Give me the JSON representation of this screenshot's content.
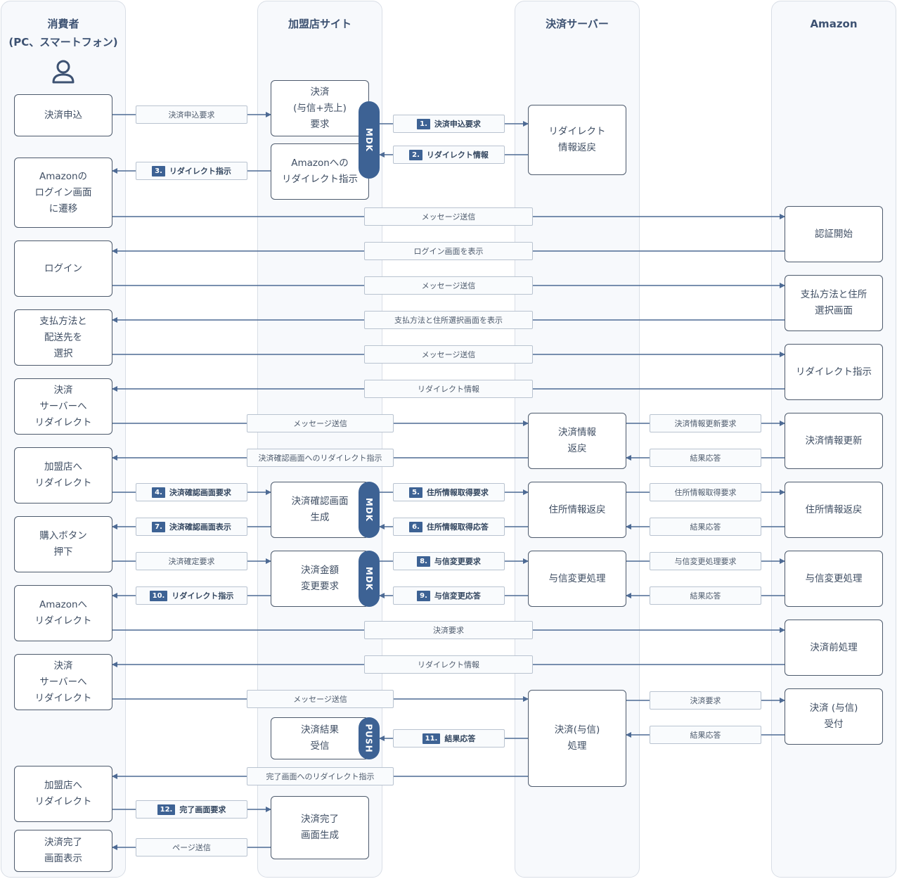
{
  "lanes": [
    {
      "title": "消費者\n(PC、スマートフォン)"
    },
    {
      "title": "加盟店サイト"
    },
    {
      "title": "決済サーバー"
    },
    {
      "title": "Amazon"
    }
  ],
  "colors": {
    "accent": "#3d6294",
    "line": "#4d6a94",
    "lane_bg": "#f7f9fc",
    "node_border": "#4d5a6c"
  },
  "icons": {
    "user": "user-icon"
  },
  "nodes": {
    "c1": "決済申込",
    "c2": "Amazonの\nログイン画面\nに遷移",
    "c3": "ログイン",
    "c4": "支払方法と\n配送先を\n選択",
    "c5": "決済\nサーバーへ\nリダイレクト",
    "c6": "加盟店へ\nリダイレクト",
    "c7": "購入ボタン\n押下",
    "c8": "Amazonへ\nリダイレクト",
    "c9": "決済\nサーバーへ\nリダイレクト",
    "c10": "加盟店へ\nリダイレクト",
    "c11": "決済完了\n画面表示",
    "m1": "決済\n(与信+売上)\n要求",
    "m2": "Amazonへの\nリダイレクト指示",
    "m3": "決済確認画面\n生成",
    "m4": "決済金額\n変更要求",
    "m5": "決済結果\n受信",
    "m6": "決済完了\n画面生成",
    "s1": "リダイレクト\n情報返戻",
    "s2": "決済情報\n返戻",
    "s3": "住所情報返戻",
    "s4": "与信変更処理",
    "s5": "決済(与信)\n処理",
    "a1": "認証開始",
    "a2": "支払方法と住所\n選択画面",
    "a3": "リダイレクト指示",
    "a4": "決済情報更新",
    "a5": "住所情報返戻",
    "a6": "与信変更処理",
    "a7": "決済前処理",
    "a8": "決済 (与信)\n受付"
  },
  "pills": {
    "mdk": "MDK",
    "push": "PUSH"
  },
  "messages": [
    {
      "text": "決済申込要求",
      "num": ""
    },
    {
      "text": "決済申込要求",
      "num": "1."
    },
    {
      "text": "リダイレクト情報",
      "num": "2."
    },
    {
      "text": "リダイレクト指示",
      "num": "3."
    },
    {
      "text": "メッセージ送信",
      "num": ""
    },
    {
      "text": "ログイン画面を表示",
      "num": ""
    },
    {
      "text": "メッセージ送信",
      "num": ""
    },
    {
      "text": "支払方法と住所選択画面を表示",
      "num": ""
    },
    {
      "text": "メッセージ送信",
      "num": ""
    },
    {
      "text": "リダイレクト情報",
      "num": ""
    },
    {
      "text": "メッセージ送信",
      "num": ""
    },
    {
      "text": "決済情報更新要求",
      "num": ""
    },
    {
      "text": "決済確認画面へのリダイレクト指示",
      "num": ""
    },
    {
      "text": "結果応答",
      "num": ""
    },
    {
      "text": "決済確認画面要求",
      "num": "4."
    },
    {
      "text": "住所情報取得要求",
      "num": "5."
    },
    {
      "text": "住所情報取得要求",
      "num": ""
    },
    {
      "text": "決済確認画面表示",
      "num": "7."
    },
    {
      "text": "住所情報取得応答",
      "num": "6."
    },
    {
      "text": "結果応答",
      "num": ""
    },
    {
      "text": "決済確定要求",
      "num": ""
    },
    {
      "text": "与信変更要求",
      "num": "8."
    },
    {
      "text": "与信変更処理要求",
      "num": ""
    },
    {
      "text": "リダイレクト指示",
      "num": "10."
    },
    {
      "text": "与信変更応答",
      "num": "9."
    },
    {
      "text": "結果応答",
      "num": ""
    },
    {
      "text": "決済要求",
      "num": ""
    },
    {
      "text": "リダイレクト情報",
      "num": ""
    },
    {
      "text": "メッセージ送信",
      "num": ""
    },
    {
      "text": "決済要求",
      "num": ""
    },
    {
      "text": "結果応答",
      "num": "11."
    },
    {
      "text": "結果応答",
      "num": ""
    },
    {
      "text": "完了画面へのリダイレクト指示",
      "num": ""
    },
    {
      "text": "完了画面要求",
      "num": "12."
    },
    {
      "text": "ページ送信",
      "num": ""
    }
  ]
}
